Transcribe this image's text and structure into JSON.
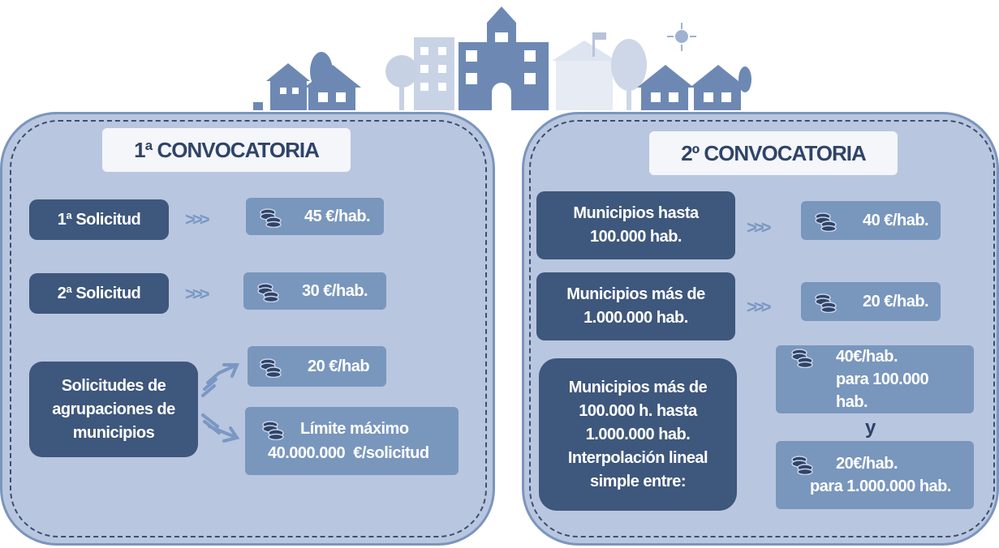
{
  "left": {
    "title": "1ª CONVOCATORIA",
    "rows": [
      {
        "label": "1ª Solicitud",
        "value": "45 €/hab."
      },
      {
        "label": "2ª Solicitud",
        "value": "30 €/hab."
      }
    ],
    "group": {
      "label": "Solicitudes de agrupaciones de municipios",
      "value_a": "20 €/hab",
      "value_b_line1": "Límite máximo",
      "value_b_line2": "40.000.000  €/solicitud"
    }
  },
  "right": {
    "title": "2º CONVOCATORIA",
    "rows": [
      {
        "label_line1": "Municipios hasta",
        "label_line2": "100.000 hab.",
        "value": "40 €/hab."
      },
      {
        "label_line1": "Municipios más de",
        "label_line2": "1.000.000 hab.",
        "value": "20 €/hab."
      }
    ],
    "interp": {
      "lines": [
        "Municipios más de",
        "100.000 h. hasta",
        "1.000.000 hab.",
        "Interpolación lineal",
        "simple entre:"
      ],
      "a_line1": "40€/hab.",
      "a_line2": "para 100.000 hab.",
      "connector": "y",
      "b_line1": "20€/hab.",
      "b_line2": "para 1.000.000 hab."
    }
  },
  "arrow_glyph": ">>>",
  "colors": {
    "dark_box": "#3e577c",
    "light_box": "#7996bd",
    "panel": "#b9c6df",
    "title_text": "#2f4468"
  }
}
